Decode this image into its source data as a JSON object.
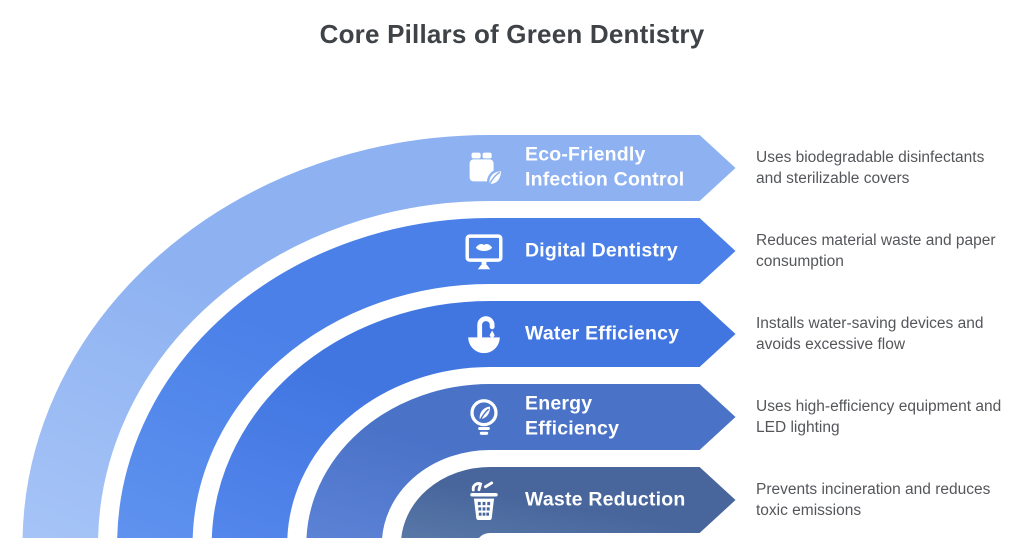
{
  "title": "Core Pillars of Green Dentistry",
  "colors": {
    "background": "#ffffff",
    "title_text": "#3f4347",
    "label_text": "#ffffff",
    "description_text": "#54565a"
  },
  "bands": [
    {
      "id": "eco-friendly-infection-control",
      "label": "Eco-Friendly\nInfection Control",
      "description": "Uses biodegradable disinfectants and sterilizable covers",
      "icon": "sanitizer-package-leaf-icon",
      "color_light": "#a6c4f7",
      "color_main": "#8db1f1"
    },
    {
      "id": "digital-dentistry",
      "label": "Digital Dentistry",
      "description": "Reduces material waste and paper consumption",
      "icon": "monitor-tooth-icon",
      "color_light": "#6093ef",
      "color_main": "#4a80e8"
    },
    {
      "id": "water-efficiency",
      "label": "Water Efficiency",
      "description": "Installs water-saving devices and avoids excessive flow",
      "icon": "faucet-sink-icon",
      "color_light": "#5587ec",
      "color_main": "#4176e1"
    },
    {
      "id": "energy-efficiency",
      "label": "Energy\nEfficiency",
      "description": "Uses high-efficiency equipment and LED lighting",
      "icon": "bulb-leaf-icon",
      "color_light": "#5c83d6",
      "color_main": "#4a72c7"
    },
    {
      "id": "waste-reduction",
      "label": "Waste Reduction",
      "description": "Prevents incineration and reduces toxic emissions",
      "icon": "waste-bin-icon",
      "color_light": "#5a7aa9",
      "color_main": "#48669c"
    }
  ]
}
